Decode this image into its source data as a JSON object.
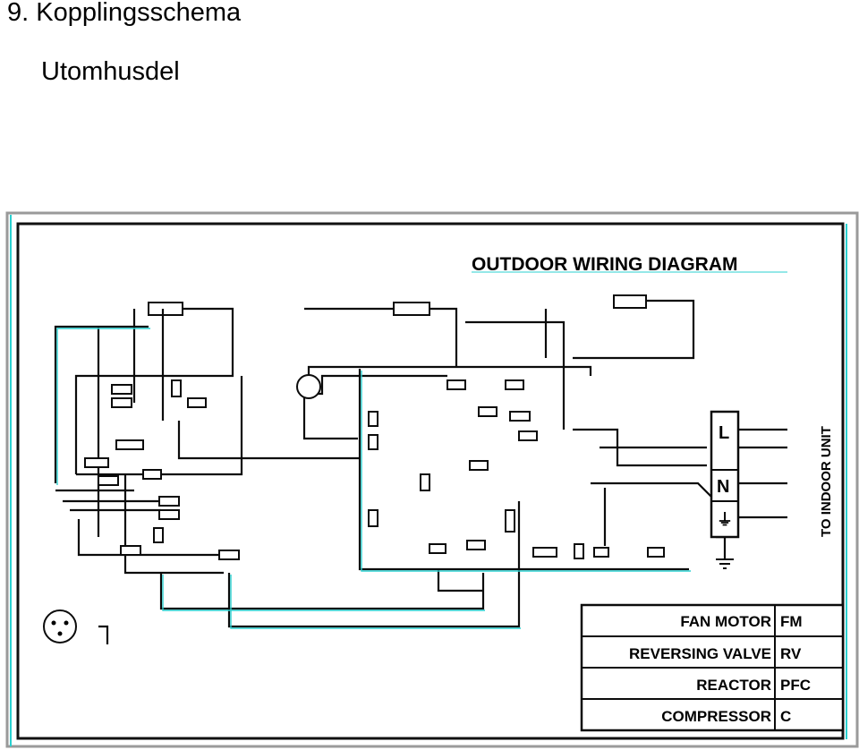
{
  "header": {
    "title": "9. Kopplingsschema",
    "subtitle": "Utomhusdel"
  },
  "diagram": {
    "title": "OUTDOOR WIRING DIAGRAM",
    "side_label": "TO INDOOR UNIT",
    "legend": [
      {
        "name": "FAN MOTOR",
        "code": "FM"
      },
      {
        "name": "REVERSING VALVE",
        "code": "RV"
      },
      {
        "name": "REACTOR",
        "code": "PFC"
      },
      {
        "name": "COMPRESSOR",
        "code": "C"
      }
    ],
    "terminal_labels": [
      "L",
      "N",
      "⏚"
    ]
  },
  "colors": {
    "wire": "#0b0b0b",
    "cyan_shadow": "#2ad0d0",
    "border": "#000000"
  }
}
